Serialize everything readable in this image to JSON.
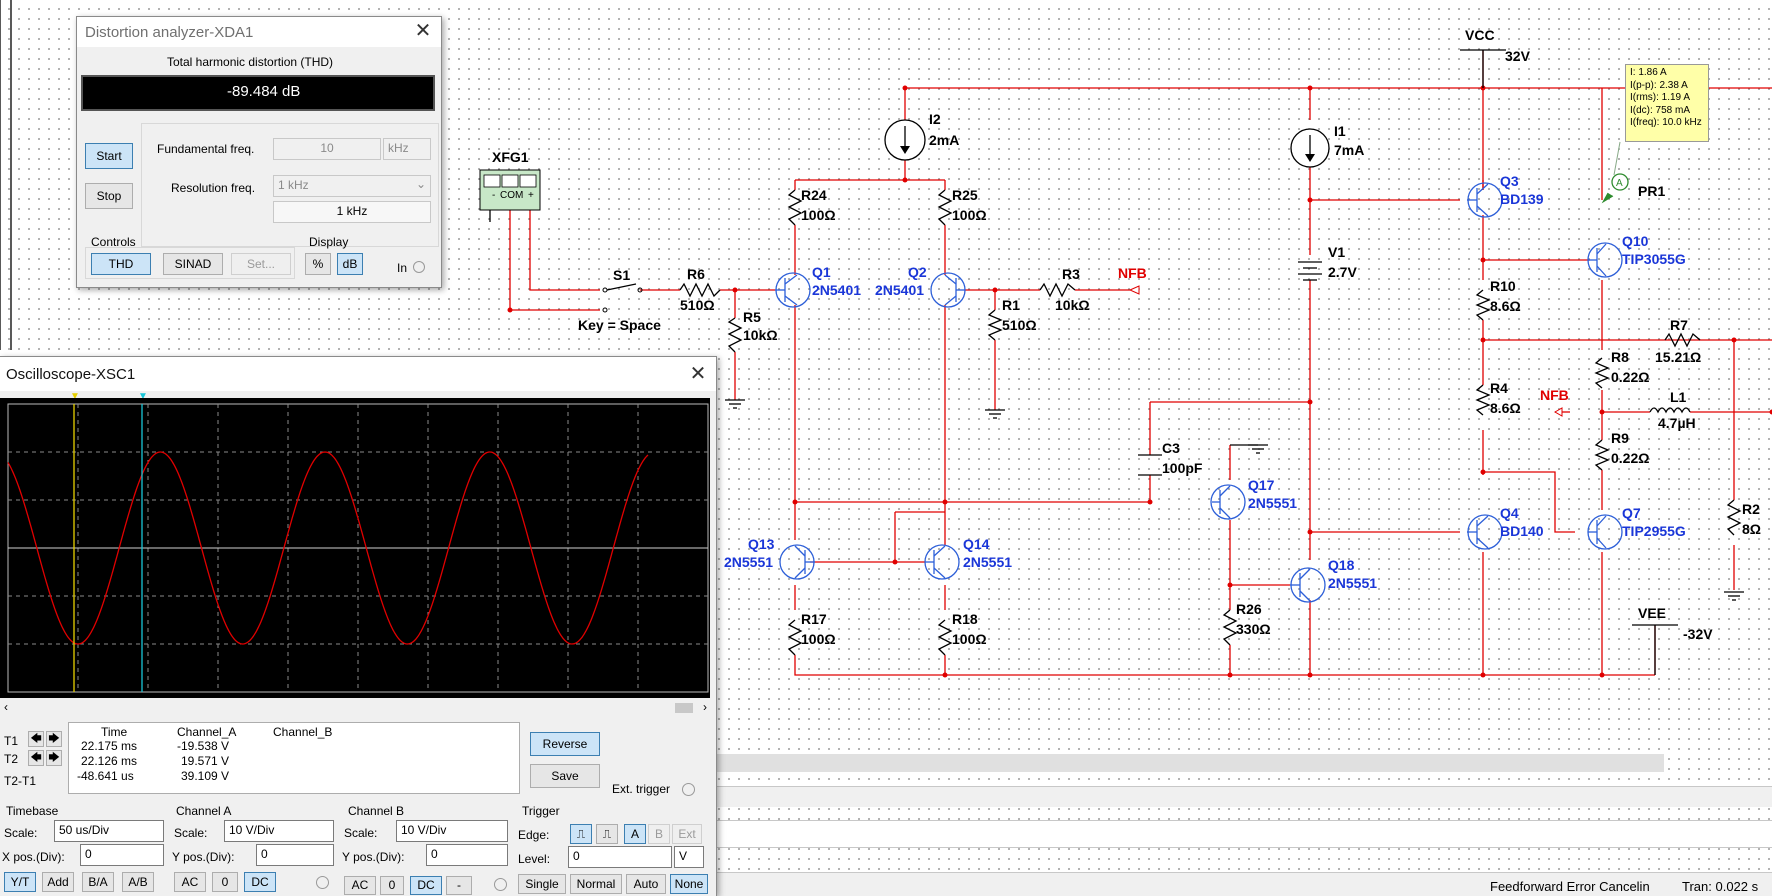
{
  "schematic": {
    "labels": {
      "vcc": "VCC",
      "vcc_val": "32V",
      "vee": "VEE",
      "vee_val": "-32V",
      "xfg": "XFG1",
      "xfg_com": "COM",
      "xfg_minus": "-",
      "xfg_plus": "+",
      "s1": "S1",
      "key": "Key = Space",
      "r6": "R6",
      "r6v": "510Ω",
      "r5": "R5",
      "r5v": "10kΩ",
      "i2": "I2",
      "i2v": "2mA",
      "r24": "R24",
      "r24v": "100Ω",
      "r25": "R25",
      "r25v": "100Ω",
      "q1": "Q1",
      "q1v": "2N5401",
      "q2": "Q2",
      "q2v": "2N5401",
      "r3": "R3",
      "r3v": "10kΩ",
      "nfb1": "NFB",
      "r1": "R1",
      "r1v": "510Ω",
      "i1": "I1",
      "i1v": "7mA",
      "v1": "V1",
      "v1v": "2.7V",
      "q3": "Q3",
      "q3v": "BD139",
      "q10": "Q10",
      "q10v": "TIP3055G",
      "pr1": "PR1",
      "probe_a": "A",
      "r10": "R10",
      "r10v": "8.6Ω",
      "r7": "R7",
      "r7v": "15.21Ω",
      "r8": "R8",
      "r8v": "0.22Ω",
      "r4": "R4",
      "r4v": "8.6Ω",
      "nfb2": "NFB",
      "l1": "L1",
      "l1v": "4.7µH",
      "r9": "R9",
      "r9v": "0.22Ω",
      "c3": "C3",
      "c3v": "100pF",
      "q17": "Q17",
      "q17v": "2N5551",
      "q4": "Q4",
      "q4v": "BD140",
      "q7": "Q7",
      "q7v": "TIP2955G",
      "r2": "R2",
      "r2v": "8Ω",
      "q13": "Q13",
      "q13v": "2N5551",
      "q14": "Q14",
      "q14v": "2N5551",
      "q18": "Q18",
      "q18v": "2N5551",
      "r26": "R26",
      "r26v": "330Ω",
      "r17": "R17",
      "r17v": "100Ω",
      "r18": "R18",
      "r18v": "100Ω"
    },
    "probe": {
      "lines": [
        "I: 1.86 A",
        "I(p-p): 2.38 A",
        "I(rms): 1.19 A",
        "I(dc): 758 mA",
        "I(freq): 10.0 kHz"
      ]
    },
    "colors": {
      "wire": "#e00000",
      "component": "#000000",
      "part_label": "#1a36d8",
      "net_label": "#e00000"
    }
  },
  "distortion": {
    "title": "Distortion analyzer-XDA1",
    "thd_label": "Total harmonic distortion (THD)",
    "thd_value": "-89.484 dB",
    "start": "Start",
    "stop": "Stop",
    "fund_label": "Fundamental freq.",
    "fund_value": "10",
    "fund_unit": "kHz",
    "res_label": "Resolution freq.",
    "res_select": "1 kHz",
    "res_value": "1 kHz",
    "controls_label": "Controls",
    "thd_btn": "THD",
    "sinad_btn": "SINAD",
    "set_btn": "Set...",
    "display_label": "Display",
    "pct_btn": "%",
    "db_btn": "dB",
    "in_label": "In"
  },
  "oscilloscope": {
    "title": "Oscilloscope-XSC1",
    "table": {
      "headers": [
        "Time",
        "Channel_A",
        "Channel_B"
      ],
      "rows": [
        {
          "label": "T1",
          "time": "22.175 ms",
          "a": "-19.538 V",
          "b": ""
        },
        {
          "label": "T2",
          "time": "22.126 ms",
          "a": "19.571 V",
          "b": ""
        },
        {
          "label": "T2-T1",
          "time": "-48.641 us",
          "a": "39.109 V",
          "b": ""
        }
      ]
    },
    "reverse": "Reverse",
    "save": "Save",
    "ext_trigger": "Ext. trigger",
    "timebase": {
      "label": "Timebase",
      "scale_label": "Scale:",
      "scale": "50 us/Div",
      "xpos_label": "X pos.(Div):",
      "xpos": "0",
      "btns": [
        "Y/T",
        "Add",
        "B/A",
        "A/B"
      ]
    },
    "channel_a": {
      "label": "Channel A",
      "scale_label": "Scale:",
      "scale": "10  V/Div",
      "ypos_label": "Y pos.(Div):",
      "ypos": "0",
      "btns": [
        "AC",
        "0",
        "DC"
      ]
    },
    "channel_b": {
      "label": "Channel B",
      "scale_label": "Scale:",
      "scale": "10  V/Div",
      "ypos_label": "Y pos.(Div):",
      "ypos": "0",
      "btns": [
        "AC",
        "0",
        "DC",
        "-"
      ]
    },
    "trigger": {
      "label": "Trigger",
      "edge_label": "Edge:",
      "level_label": "Level:",
      "level": "0",
      "level_unit": "V",
      "src_btns": [
        "A",
        "B",
        "Ext"
      ],
      "mode_btns": [
        "Single",
        "Normal",
        "Auto",
        "None"
      ]
    },
    "waveform": {
      "amplitude_div": 2,
      "cycles_visible": 4.25,
      "trace_color": "#e00000"
    }
  },
  "statusbar": {
    "text": "Feedforward Error Cancelin",
    "tran": "Tran: 0.022 s"
  }
}
